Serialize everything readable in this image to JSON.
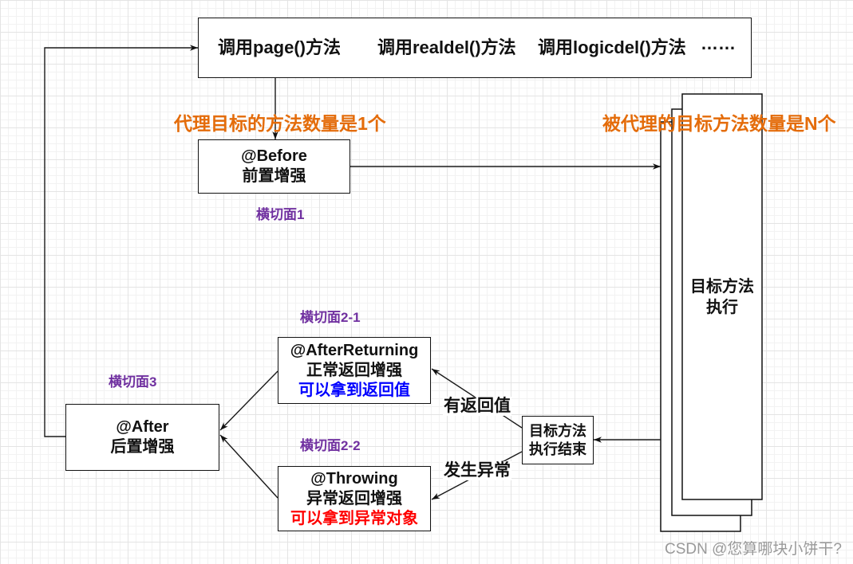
{
  "colors": {
    "annotation_orange": "#E46C0A",
    "aspect_purple": "#7030A0",
    "return_note_blue": "#0000FF",
    "exception_note_red": "#FF0000",
    "watermark_gray": "#999999"
  },
  "invocations": {
    "items": [
      "调用page()方法",
      "调用realdel()方法",
      "调用logicdel()方法",
      "……"
    ]
  },
  "annotations": {
    "single_target_count": "代理目标的方法数量是1个",
    "multiple_target_count": "被代理的目标方法数量是N个"
  },
  "before_advice": {
    "title": "@Before",
    "subtitle": "前置增强",
    "aspect": "横切面1"
  },
  "target_method": {
    "lines": [
      "目标方法",
      "执行"
    ]
  },
  "target_finished": {
    "lines": [
      "目标方法",
      "执行结束"
    ]
  },
  "after_returning_advice": {
    "title": "@AfterReturning",
    "subtitle": "正常返回增强",
    "note": "可以拿到返回值",
    "aspect": "横切面2-1"
  },
  "throwing_advice": {
    "title": "@Throwing",
    "subtitle": "异常返回增强",
    "note": "可以拿到异常对象",
    "aspect": "横切面2-2"
  },
  "after_advice": {
    "title": "@After",
    "subtitle": "后置增强",
    "aspect": "横切面3"
  },
  "edge_labels": {
    "has_return_value": "有返回值",
    "exception_thrown": "发生异常"
  },
  "watermark": "CSDN @您算哪块小饼干?"
}
